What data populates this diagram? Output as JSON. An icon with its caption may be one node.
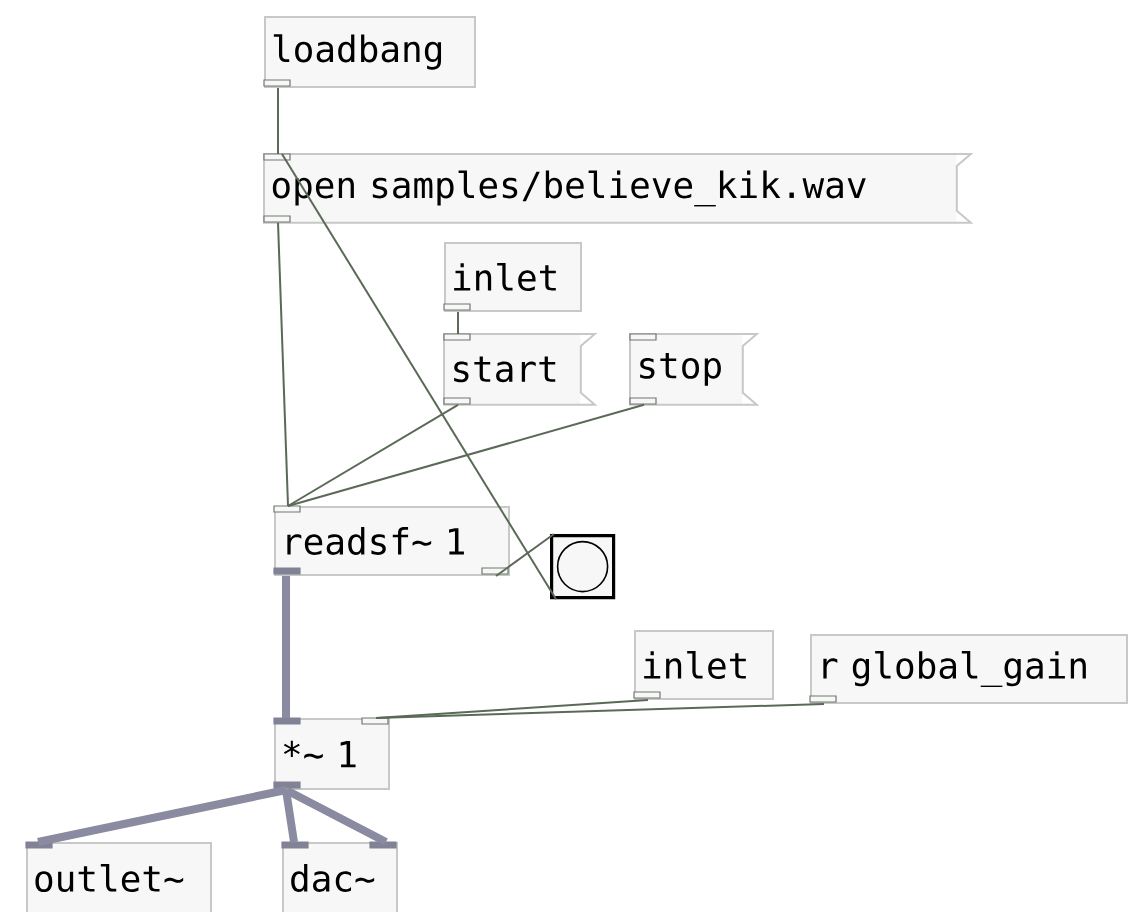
{
  "diagram": {
    "nodes": [
      {
        "text": [
          "loadbang"
        ]
      },
      {
        "text": [
          "open samples/believe_kik.wav"
        ]
      },
      {
        "text": [
          "inlet"
        ]
      },
      {
        "text": [
          "start"
        ]
      },
      {
        "text": [
          "stop"
        ]
      },
      {
        "text": [
          "readsf~ 1"
        ]
      },
      {
        "text": [],
        "shape": "box"
      },
      {
        "text": [
          "inlet"
        ]
      },
      {
        "text": [
          "r global_gain"
        ]
      },
      {
        "text": [
          "*~ 1"
        ]
      },
      {
        "text": [
          "outlet~"
        ]
      },
      {
        "text": [
          "dac~"
        ]
      }
    ],
    "edges": [
      {
        "from": 0,
        "to": 1,
        "arrow": "none"
      },
      {
        "from": 1,
        "to": 5,
        "arrow": "none"
      },
      {
        "from": 2,
        "to": 3,
        "arrow": "none"
      },
      {
        "from": 3,
        "to": 5,
        "arrow": "none"
      },
      {
        "from": 4,
        "to": 5,
        "arrow": "none"
      },
      {
        "from": 5,
        "to": 6,
        "arrow": "none"
      },
      {
        "from": 6,
        "to": 1,
        "arrow": "none"
      },
      {
        "from": 5,
        "to": 9,
        "arrow": "none",
        "style": "thick",
        "color": "#8a8aa0"
      },
      {
        "from": 7,
        "to": 9,
        "arrow": "none"
      },
      {
        "from": 8,
        "to": 9,
        "arrow": "none"
      },
      {
        "from": 9,
        "to": 10,
        "arrow": "none",
        "style": "thick",
        "color": "#8a8aa0"
      },
      {
        "from": 9,
        "to": 11,
        "arrow": "none",
        "style": "thick",
        "color": "#8a8aa0"
      },
      {
        "from": 9,
        "to": 11,
        "arrow": "none",
        "style": "thick",
        "color": "#8a8aa0"
      }
    ]
  }
}
